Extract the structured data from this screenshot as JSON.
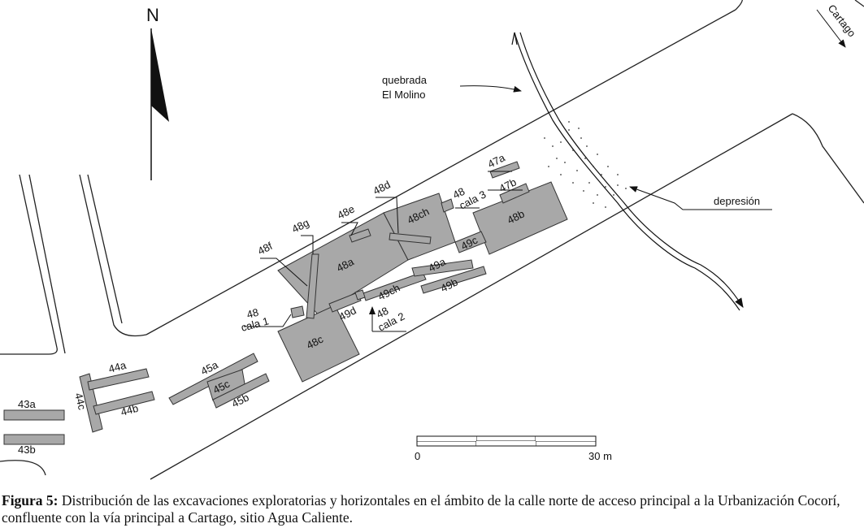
{
  "north_label": "N",
  "direction_label": "Cartago",
  "stream_label": [
    "quebrada",
    "El Molino"
  ],
  "depression_label": "depresión",
  "units": [
    "43a",
    "43b",
    "44a",
    "44b",
    "44c",
    "45a",
    "45b",
    "45c",
    "47a",
    "47b",
    "48a",
    "48b",
    "48c",
    "48ch",
    "48d",
    "48e",
    "48f",
    "48g",
    "49a",
    "49b",
    "49c",
    "49ch",
    "49d"
  ],
  "cala_1": [
    "48",
    "cala 1"
  ],
  "cala_2": [
    "48",
    "cala 2"
  ],
  "cala_3": [
    "48",
    "cala 3"
  ],
  "scale_bar": {
    "start": "0",
    "end": "30 m"
  },
  "caption": {
    "label": "Figura 5:",
    "text": "Distribución de las excavaciones exploratorias y horizontales en el ámbito de la calle norte de acceso principal a la Urbanización Cocorí, confluente con la vía principal a Cartago, sitio Agua Caliente."
  }
}
